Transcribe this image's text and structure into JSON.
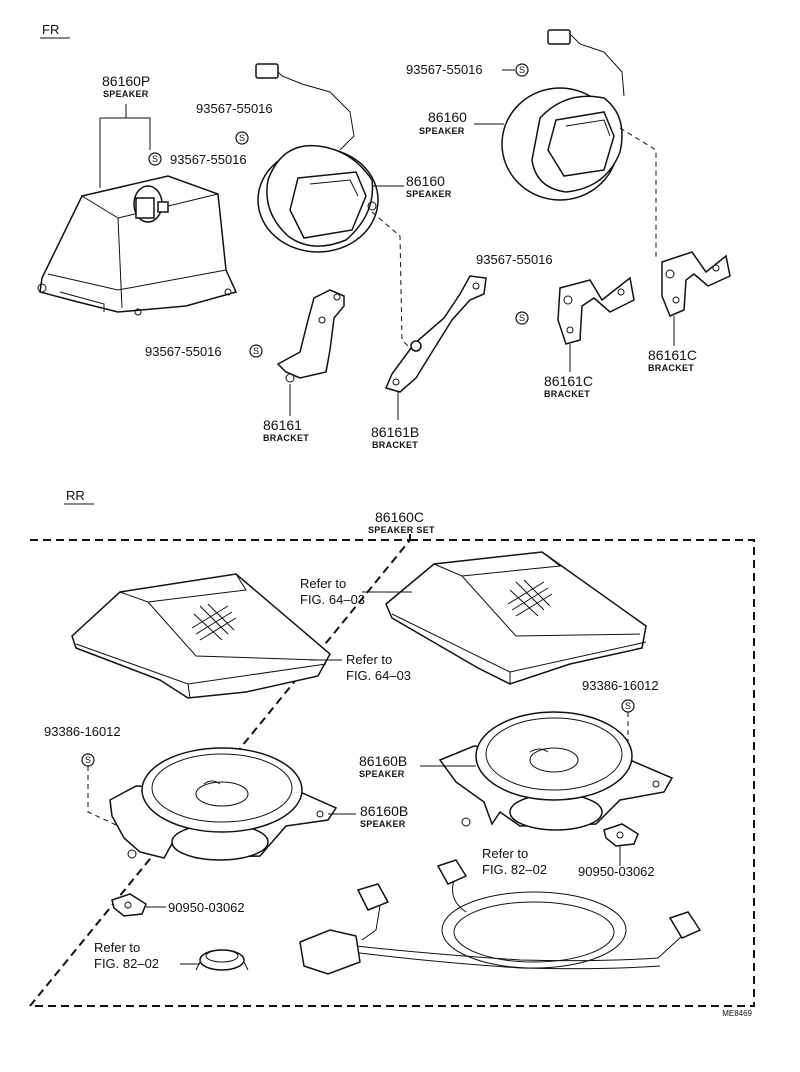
{
  "sections": {
    "front": "FR",
    "rear": "RR"
  },
  "front": {
    "p86160P": {
      "num": "86160P",
      "name": "SPEAKER"
    },
    "screw_a": "93567-55016",
    "screw_b": "93567-55016",
    "screw_c": "93567-55016",
    "screw_d": "93567-55016",
    "screw_e": "93567-55016",
    "p86160_left": {
      "num": "86160",
      "name": "SPEAKER"
    },
    "p86160_right": {
      "num": "86160",
      "name": "SPEAKER"
    },
    "p86161": {
      "num": "86161",
      "name": "BRACKET"
    },
    "p86161B": {
      "num": "86161B",
      "name": "BRACKET"
    },
    "p86161C_a": {
      "num": "86161C",
      "name": "BRACKET"
    },
    "p86161C_b": {
      "num": "86161C",
      "name": "BRACKET"
    }
  },
  "rear": {
    "set": {
      "num": "86160C",
      "name": "SPEAKER SET"
    },
    "ref_grille_right": {
      "line1": "Refer to",
      "line2": "FIG. 64–03"
    },
    "ref_grille_left": {
      "line1": "Refer to",
      "line2": "FIG. 64–03"
    },
    "screw_left": "93386-16012",
    "screw_right": "93386-16012",
    "p86160B_right": {
      "num": "86160B",
      "name": "SPEAKER"
    },
    "p86160B_left": {
      "num": "86160B",
      "name": "SPEAKER"
    },
    "nut_left": "90950-03062",
    "nut_right": "90950-03062",
    "ref_wire": {
      "line1": "Refer to",
      "line2": "FIG. 82–02"
    },
    "ref_clip": {
      "line1": "Refer to",
      "line2": "FIG. 82–02"
    }
  },
  "diagram_code": "ME8469",
  "symbol_s": "S"
}
